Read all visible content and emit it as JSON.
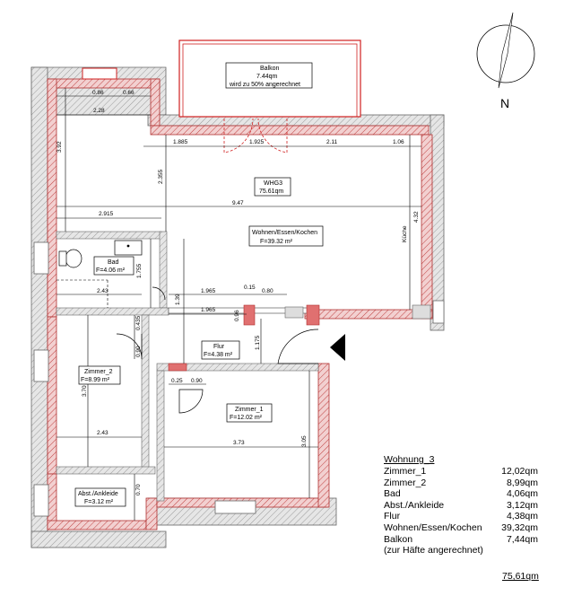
{
  "rooms": {
    "balkon": {
      "name": "Balkon",
      "area": "7.44qm",
      "note": "wird zu 50% angerechnet"
    },
    "whg": {
      "name": "WHG3",
      "area": "75.61qm"
    },
    "wohnen": {
      "name": "Wohnen/Essen/Kochen",
      "area": "F=39.32 m²"
    },
    "bad": {
      "name": "Bad",
      "area": "F=4.06 m²"
    },
    "flur": {
      "name": "Flur",
      "area": "F=4.38 m²"
    },
    "zimmer2": {
      "name": "Zimmer_2",
      "area": "F=8.99 m²"
    },
    "zimmer1": {
      "name": "Zimmer_1",
      "area": "F=12.02 m²"
    },
    "abst": {
      "name": "Abst./Ankleide",
      "area": "F=3.12 m²"
    }
  },
  "dimensions": {
    "d086": "0.86",
    "d066": "0.66",
    "d228": "2.28",
    "d392": "3.92",
    "d1885": "1.885",
    "d1925": "1.925",
    "d211": "2.11",
    "d106": "1.06",
    "d2355": "2.355",
    "d947": "9.47",
    "d2915": "2.915",
    "d432": "4.32",
    "dkoche": "Küche",
    "d1755": "1.755",
    "d243a": "2.43",
    "d139": "1.39",
    "d1965a": "1.965",
    "d015": "0.15",
    "d080": "0.80",
    "d1965b": "1.965",
    "d096": "0.96",
    "d0435": "0.435",
    "d090a": "0.90",
    "d1175": "1.175",
    "d370": "3.70",
    "d025": "0.25",
    "d090b": "0.90",
    "d243b": "2.43",
    "d373": "3.73",
    "d305": "3.05",
    "d070": "0.70"
  },
  "north_label": "N",
  "area_table": {
    "title": "Wohnung_3",
    "rows": [
      {
        "label": "Zimmer_1",
        "value": "12,02qm"
      },
      {
        "label": "Zimmer_2",
        "value": "8,99qm"
      },
      {
        "label": "Bad",
        "value": "4,06qm"
      },
      {
        "label": "Abst./Ankleide",
        "value": "3,12qm"
      },
      {
        "label": "Flur",
        "value": "4,38qm"
      },
      {
        "label": "Wohnen/Essen/Kochen",
        "value": "39,32qm"
      },
      {
        "label": "Balkon",
        "value": "7,44qm"
      },
      {
        "label": "(zur Häfte angerechnet)",
        "value": ""
      }
    ],
    "total": "75,61qm"
  }
}
